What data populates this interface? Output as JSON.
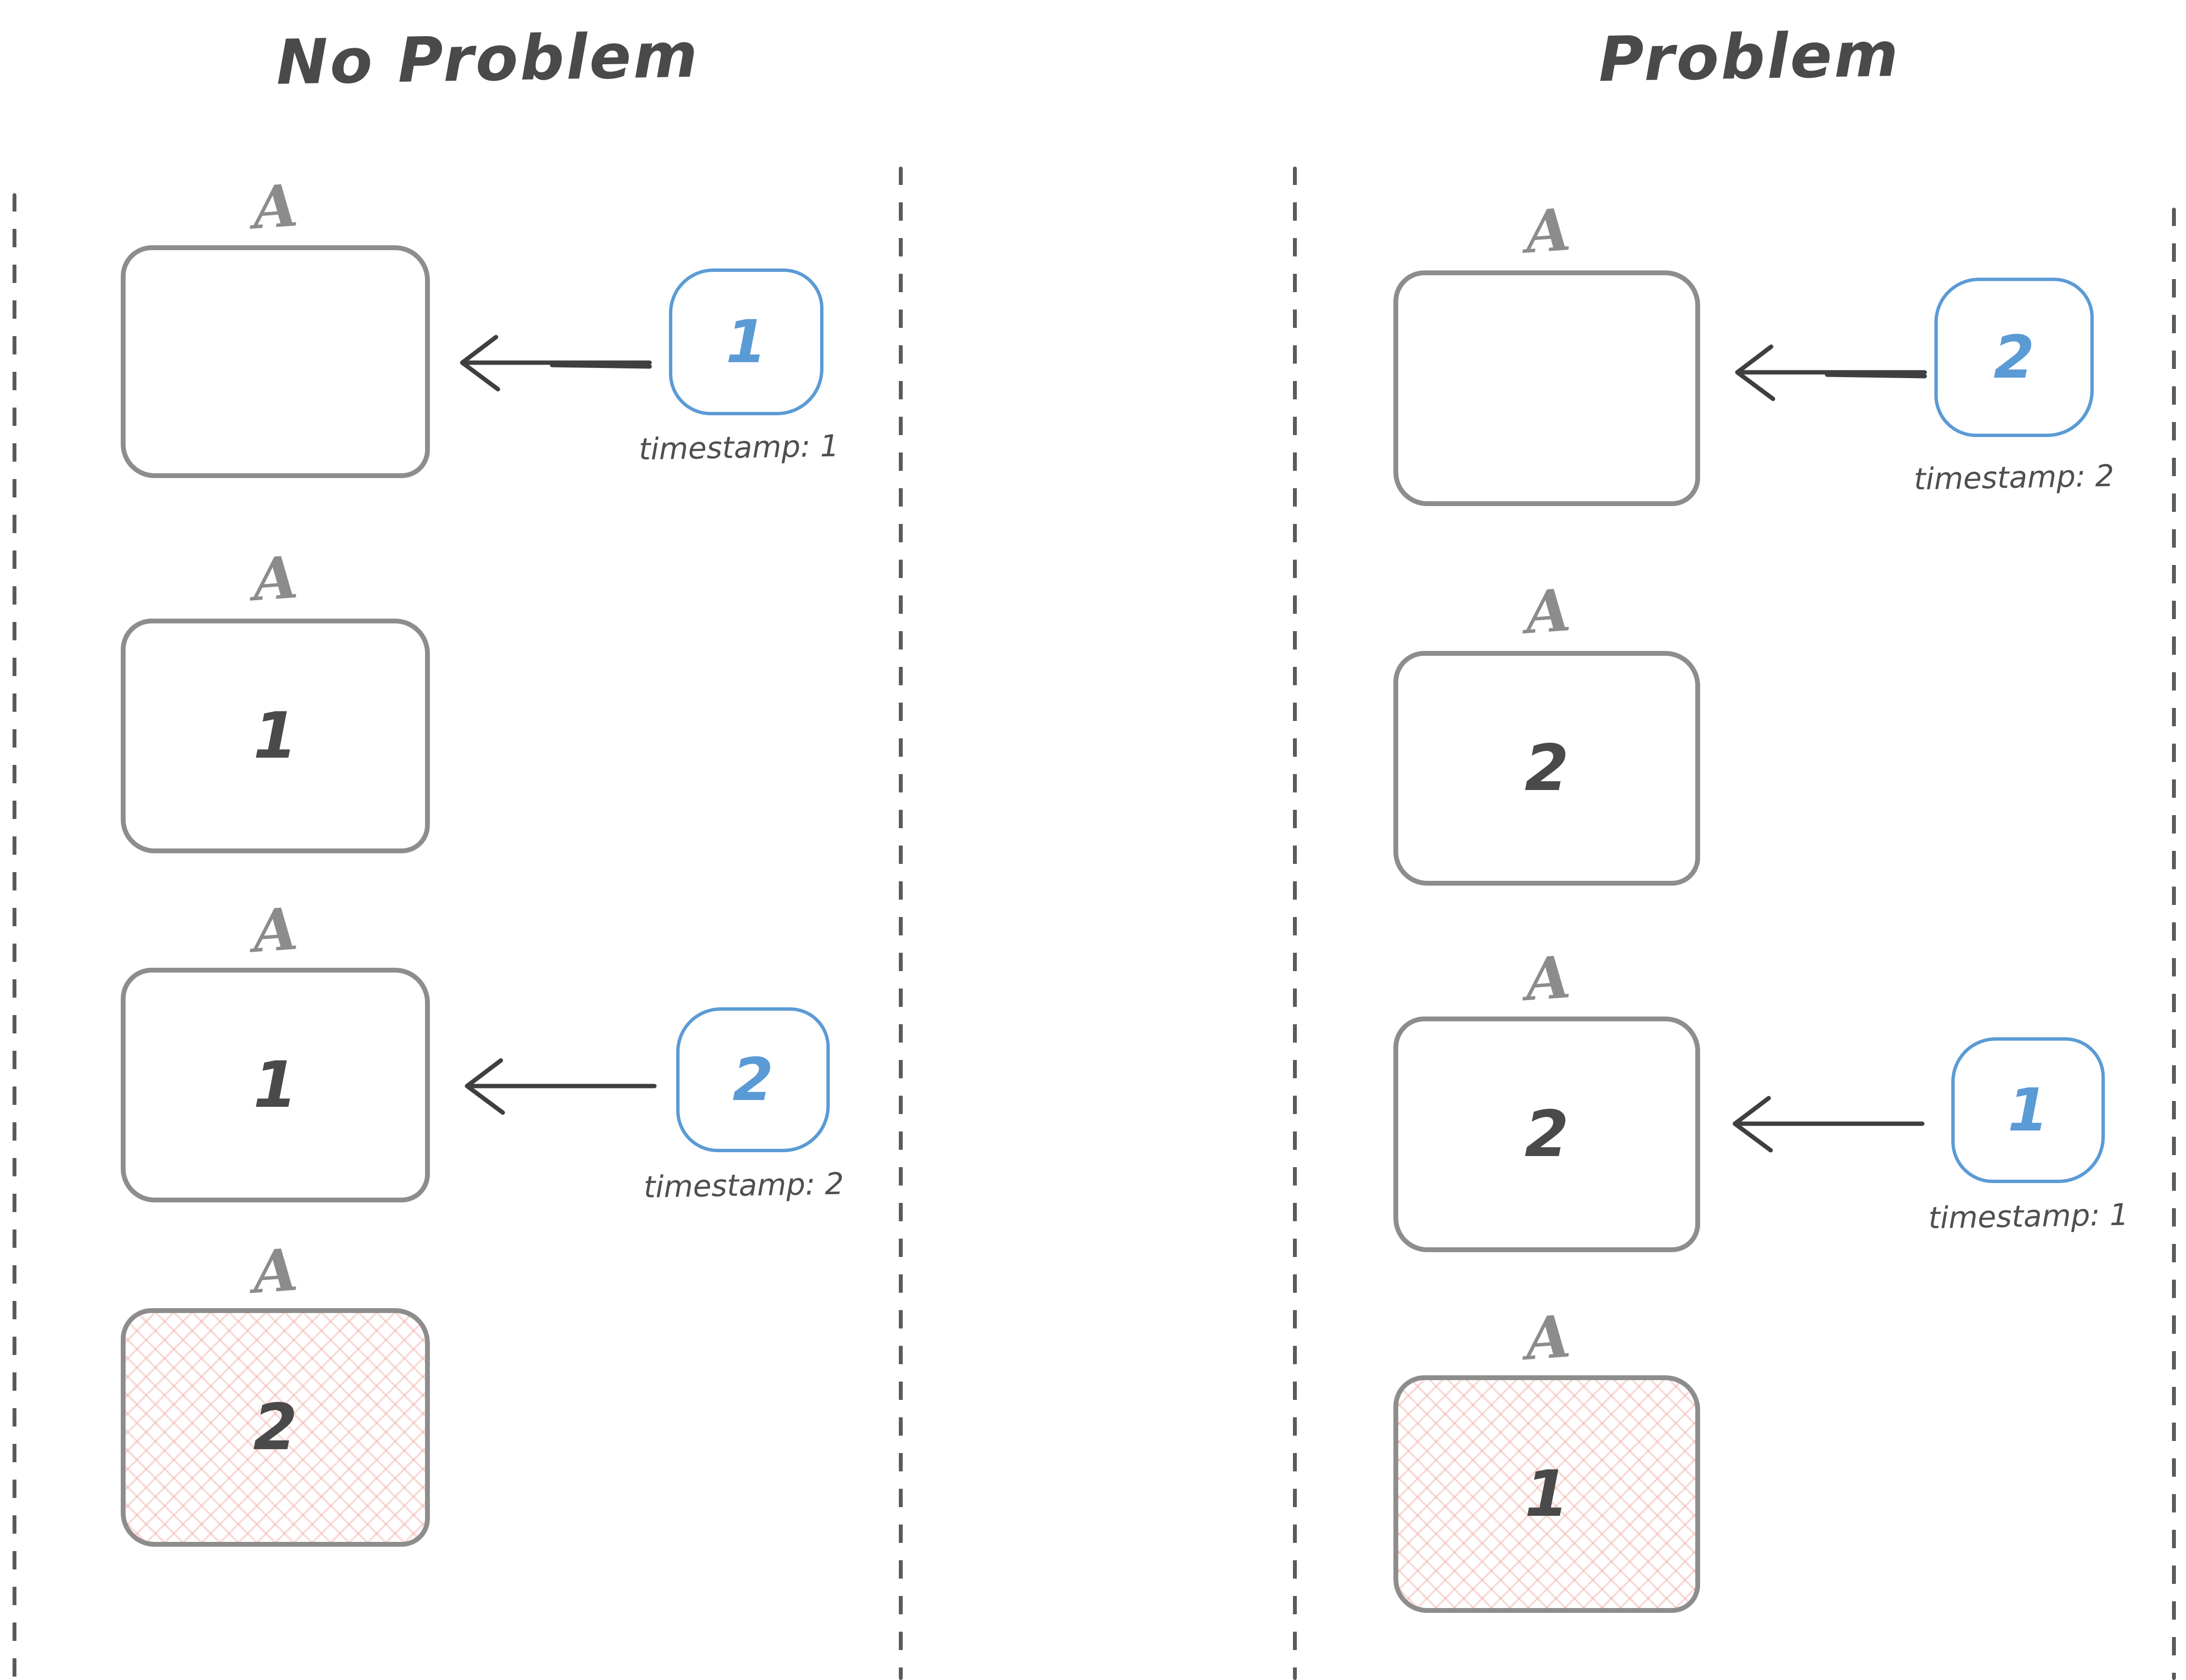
{
  "diagram": {
    "kind": "replica-timestamp-ordering",
    "background": "#ffffff"
  },
  "colors": {
    "box_border": "#8d8d8d",
    "label_gray": "#8c8c8c",
    "text_dark": "#4a4a4a",
    "update_blue": "#5b9bd5",
    "arrow": "#3f3f3f",
    "lane_dash": "#5a5a5a",
    "hatch_pink": "#eea498"
  },
  "panels": [
    {
      "title": "No Problem",
      "rows": [
        {
          "label": "A",
          "value": "",
          "hatched": false,
          "update": {
            "value": "1",
            "timestamp_label": "timestamp: 1"
          }
        },
        {
          "label": "A",
          "value": "1",
          "hatched": false,
          "update": null
        },
        {
          "label": "A",
          "value": "1",
          "hatched": false,
          "update": {
            "value": "2",
            "timestamp_label": "timestamp: 2"
          }
        },
        {
          "label": "A",
          "value": "2",
          "hatched": true,
          "update": null
        }
      ]
    },
    {
      "title": "Problem",
      "rows": [
        {
          "label": "A",
          "value": "",
          "hatched": false,
          "update": {
            "value": "2",
            "timestamp_label": "timestamp: 2"
          }
        },
        {
          "label": "A",
          "value": "2",
          "hatched": false,
          "update": null
        },
        {
          "label": "A",
          "value": "2",
          "hatched": false,
          "update": {
            "value": "1",
            "timestamp_label": "timestamp: 1"
          }
        },
        {
          "label": "A",
          "value": "1",
          "hatched": true,
          "update": null
        }
      ]
    }
  ]
}
